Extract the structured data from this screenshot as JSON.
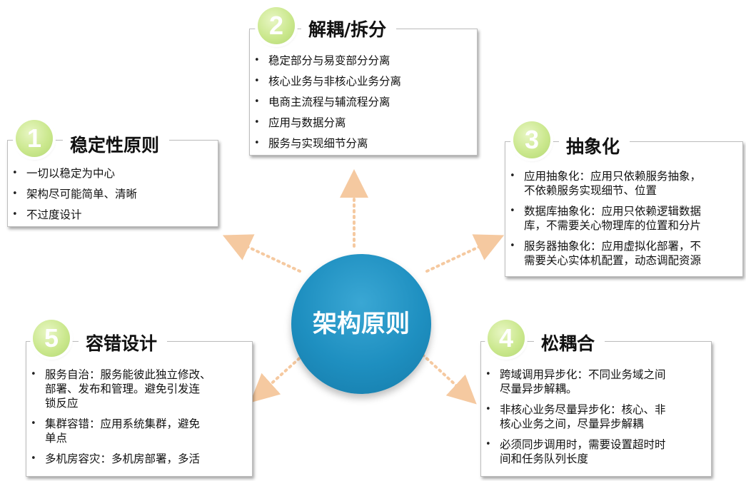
{
  "center": {
    "label": "架构原则"
  },
  "sections": {
    "s1": {
      "number": "1",
      "title": "稳定性原则",
      "items": [
        "一切以稳定为中心",
        "架构尽可能简单、清晰",
        "不过度设计"
      ]
    },
    "s2": {
      "number": "2",
      "title": "解耦/拆分",
      "items": [
        "稳定部分与易变部分分离",
        "核心业务与非核心业务分离",
        "电商主流程与辅流程分离",
        "应用与数据分离",
        "服务与实现细节分离"
      ]
    },
    "s3": {
      "number": "3",
      "title": "抽象化",
      "items": [
        [
          "应用抽象化：应用只依赖服务抽象，",
          "不依赖服务实现细节、位置"
        ],
        [
          "数据库抽象化：应用只依赖逻辑数据",
          "库，不需要关心物理库的位置和分片"
        ],
        [
          "服务器抽象化：应用虚拟化部署，不",
          "需要关心实体机配置，动态调配资源"
        ]
      ]
    },
    "s4": {
      "number": "4",
      "title": "松耦合",
      "items": [
        [
          "跨域调用异步化：不同业务域之间",
          "尽量异步解耦。"
        ],
        [
          "非核心业务尽量异步化：核心、非",
          "核心业务之间，尽量异步解耦"
        ],
        [
          "必须同步调用时，需要设置超时时",
          "间和任务队列长度"
        ]
      ]
    },
    "s5": {
      "number": "5",
      "title": "容错设计",
      "items": [
        [
          "服务自治：服务能彼此独立修改、",
          "部署、发布和管理。避免引发连",
          "锁反应"
        ],
        [
          "集群容错：应用系统集群，避免",
          "单点"
        ],
        [
          "多机房容灾：多机房部署，多活"
        ]
      ]
    }
  },
  "colors": {
    "center": "#1e8fc0",
    "badge": "#cbe88e",
    "arrow": "#f5c9a0"
  }
}
